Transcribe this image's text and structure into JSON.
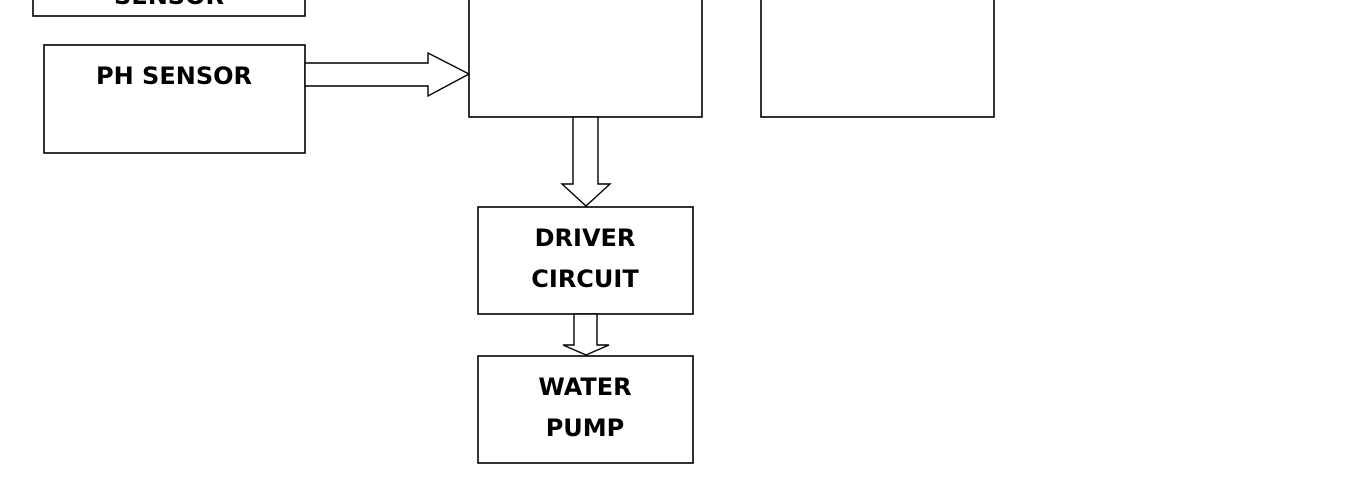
{
  "diagram": {
    "sensor_block": {
      "partial_label": "SENSOR"
    },
    "ph_sensor": {
      "label": "PH SENSOR"
    },
    "driver_circuit": {
      "line1": "DRIVER",
      "line2": "CIRCUIT"
    },
    "water_pump": {
      "line1": "WATER",
      "line2": "PUMP"
    }
  }
}
